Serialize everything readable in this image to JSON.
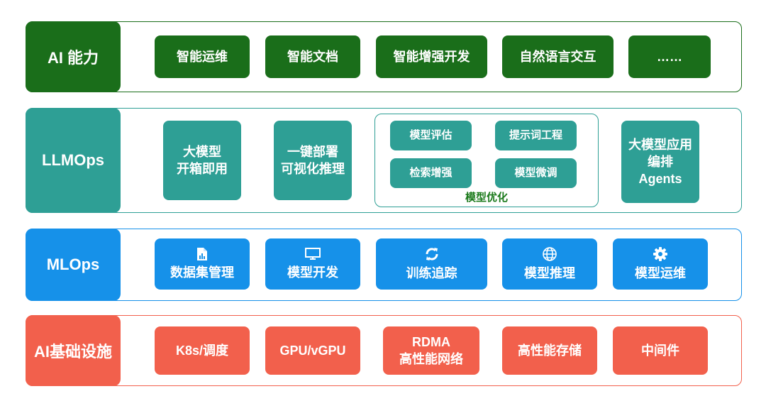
{
  "colors": {
    "ai": "#1a6e1a",
    "llm": "#2e9f95",
    "ml": "#1691e9",
    "infra": "#f2604c"
  },
  "ai_layer": {
    "label": "AI 能力",
    "items": [
      "智能运维",
      "智能文档",
      "智能增强开发",
      "自然语言交互",
      "……"
    ]
  },
  "llmops_layer": {
    "label": "LLMOps",
    "box1": {
      "line1": "大模型",
      "line2": "开箱即用"
    },
    "box2": {
      "line1": "一键部署",
      "line2": "可视化推理"
    },
    "optimization": {
      "title": "模型优化",
      "items": [
        "模型评估",
        "提示词工程",
        "检索增强",
        "模型微调"
      ]
    },
    "box4": {
      "line1": "大模型应用",
      "line2": "编排",
      "line3": "Agents"
    }
  },
  "mlops_layer": {
    "label": "MLOps",
    "items": [
      {
        "label": "数据集管理",
        "icon": "document-chart-icon"
      },
      {
        "label": "模型开发",
        "icon": "monitor-icon"
      },
      {
        "label": "训练追踪",
        "icon": "sync-icon"
      },
      {
        "label": "模型推理",
        "icon": "globe-icon"
      },
      {
        "label": "模型运维",
        "icon": "gear-icon"
      }
    ]
  },
  "infra_layer": {
    "label": "AI基础设施",
    "items": [
      {
        "line1": "K8s/调度"
      },
      {
        "line1": "GPU/vGPU"
      },
      {
        "line1": "RDMA",
        "line2": "高性能网络"
      },
      {
        "line1": "高性能存储"
      },
      {
        "line1": "中间件"
      }
    ]
  }
}
